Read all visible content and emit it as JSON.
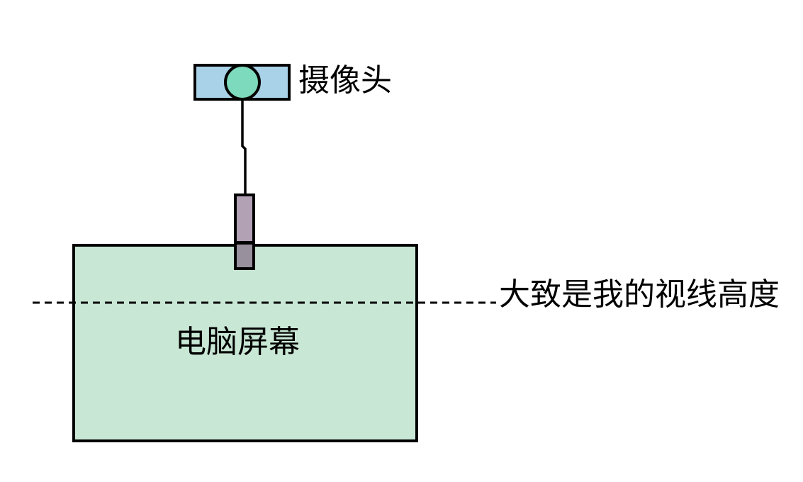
{
  "diagram": {
    "title": "webcam-above-computer-screen-eyeline-diagram",
    "camera": {
      "label": "摄像头"
    },
    "screen": {
      "label": "电脑屏幕"
    },
    "eyeline": {
      "label": "大致是我的视线高度"
    },
    "colors": {
      "camera_body": "#a9d2e8",
      "camera_lens": "#7edabd",
      "screen_fill": "#c9e7d5",
      "stand_upper": "#b2a0b4",
      "stand_lower": "#99909d",
      "outline": "#000000",
      "background": "#ffffff"
    }
  }
}
